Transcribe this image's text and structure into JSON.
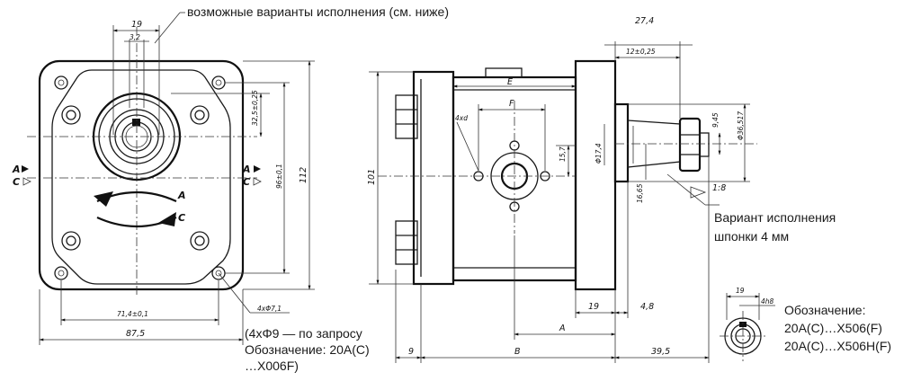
{
  "notes": {
    "top_variants": "возможные варианты исполнения (см. ниже)",
    "key_variant_line1": "Вариант исполнения",
    "key_variant_line2": "шпонки 4 мм",
    "holes_line1": "(4xΦ9 — по запросу",
    "holes_line2": "Обозначение: 20A(C)",
    "holes_line3": "…X006F)",
    "designation_line1": "Обозначение:",
    "designation_line2": "20A(C)…X506(F)",
    "designation_line3": "20A(C)…X506H(F)"
  },
  "front_view": {
    "dim_19": "19",
    "dim_3_2": "3,2",
    "dim_32_5": "32,5±0,25",
    "dim_96": "96±0,1",
    "dim_112": "112",
    "dim_71_4": "71,4±0,1",
    "dim_87_5": "87,5",
    "dim_4x7_1": "4xΦ7,1",
    "rotation_a": "A",
    "rotation_c": "C",
    "side_label_a": "A",
    "side_label_c": "C"
  },
  "side_view": {
    "dim_27_4": "27,4",
    "dim_12": "12±0,25",
    "dim_e": "E",
    "dim_f": "F",
    "dim_4xd": "4xd",
    "dim_17_4": "Φ17,4",
    "dim_15_7": "15,7",
    "dim_9_45": "9,45",
    "dim_36_517": "Φ36,517",
    "dim_16_65": "16,65",
    "dim_1_8": "1:8",
    "dim_101": "101",
    "dim_19": "19",
    "dim_4_8": "4,8",
    "dim_a": "A",
    "dim_9": "9",
    "dim_b": "B",
    "dim_39_5": "39,5"
  },
  "detail_view": {
    "dim_19": "19",
    "dim_0h8": "4h8"
  }
}
